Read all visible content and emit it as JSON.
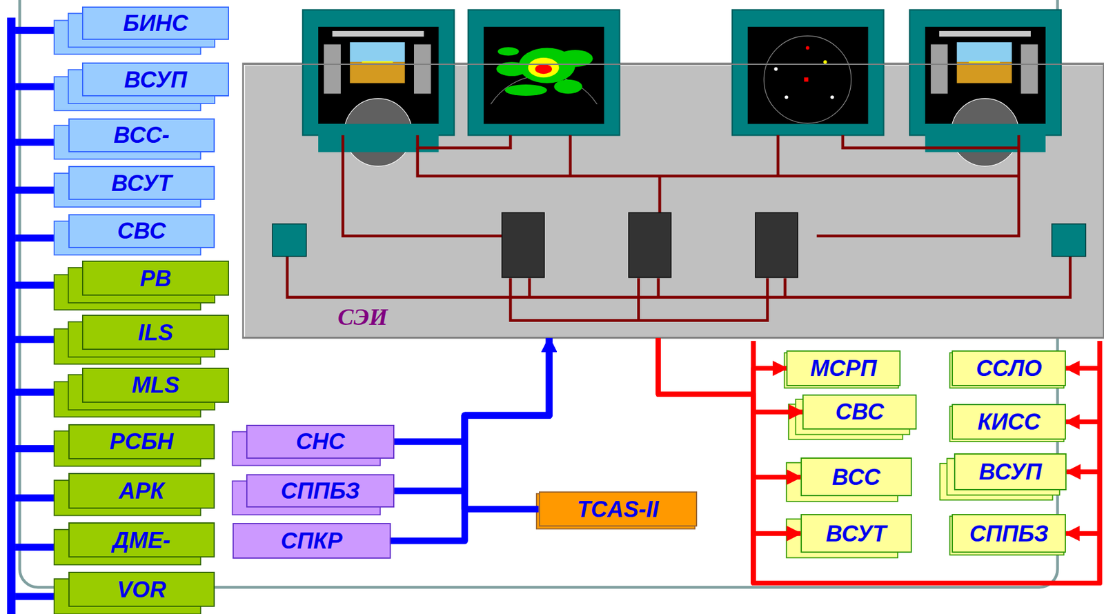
{
  "diagram": {
    "nodes": [
      {
        "text": [
          "БИНС"
        ]
      },
      {
        "text": [
          "ВСУП"
        ]
      },
      {
        "text": [
          "ВСС-"
        ]
      },
      {
        "text": [
          "ВСУТ"
        ]
      },
      {
        "text": [
          "СВС"
        ]
      },
      {
        "text": [
          "РВ"
        ]
      },
      {
        "text": [
          "ILS"
        ]
      },
      {
        "text": [
          "MLS"
        ]
      },
      {
        "text": [
          "РСБН"
        ]
      },
      {
        "text": [
          "АРК"
        ]
      },
      {
        "text": [
          "ДМЕ-"
        ]
      },
      {
        "text": [
          "VOR"
        ]
      },
      {
        "text": [
          "СЭИ"
        ]
      },
      {
        "text": [
          "СНС"
        ]
      },
      {
        "text": [
          "СППБЗ"
        ]
      },
      {
        "text": [
          "СПКР"
        ]
      },
      {
        "text": [
          "TCAS-II"
        ]
      },
      {
        "text": [
          "МСРП"
        ]
      },
      {
        "text": [
          "СВС"
        ]
      },
      {
        "text": [
          "ВСС"
        ]
      },
      {
        "text": [
          "ВСУТ"
        ]
      },
      {
        "text": [
          "ССЛО"
        ]
      },
      {
        "text": [
          "КИСС"
        ]
      },
      {
        "text": [
          "ВСУП"
        ]
      },
      {
        "text": [
          "СППБЗ"
        ]
      }
    ],
    "edges": [
      {
        "from": 13,
        "to": 12,
        "arrow": "to"
      },
      {
        "from": 14,
        "to": 12,
        "arrow": "to"
      },
      {
        "from": 15,
        "to": 12,
        "arrow": "to"
      },
      {
        "from": 16,
        "to": 12,
        "arrow": "to"
      },
      {
        "from": 12,
        "to": 17,
        "arrow": "to"
      },
      {
        "from": 12,
        "to": 18,
        "arrow": "to"
      },
      {
        "from": 12,
        "to": 19,
        "arrow": "to"
      },
      {
        "from": 12,
        "to": 20,
        "arrow": "to"
      },
      {
        "from": 12,
        "to": 21,
        "arrow": "to"
      },
      {
        "from": 12,
        "to": 22,
        "arrow": "to"
      },
      {
        "from": 12,
        "to": 23,
        "arrow": "to"
      },
      {
        "from": 12,
        "to": 24,
        "arrow": "to"
      }
    ]
  }
}
